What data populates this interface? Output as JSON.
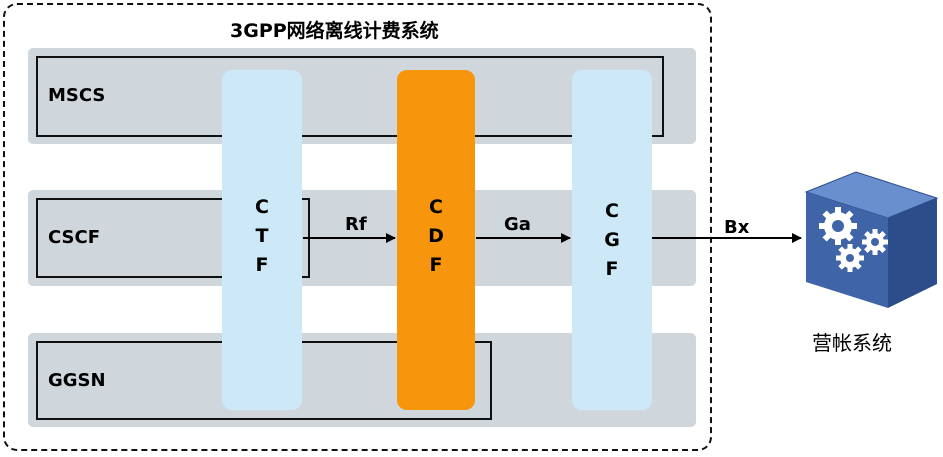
{
  "diagram": {
    "title": "3GPP网络离线计费系统",
    "network_elements": [
      "MSCS",
      "CSCF",
      "GGSN"
    ],
    "functions": {
      "ctf": [
        "C",
        "T",
        "F"
      ],
      "cdf": [
        "C",
        "D",
        "F"
      ],
      "cgf": [
        "C",
        "G",
        "F"
      ]
    },
    "interfaces": {
      "rf": "Rf",
      "ga": "Ga",
      "bx": "Bx"
    },
    "billing_system": "营帐系统",
    "colors": {
      "band": "#cfd6dc",
      "ctf_cgf_fill": "#cde9f7",
      "cdf_fill": "#f7950c",
      "server_front": "#3f64a8",
      "server_top": "#6a8fce",
      "server_side": "#2c4d89"
    }
  }
}
